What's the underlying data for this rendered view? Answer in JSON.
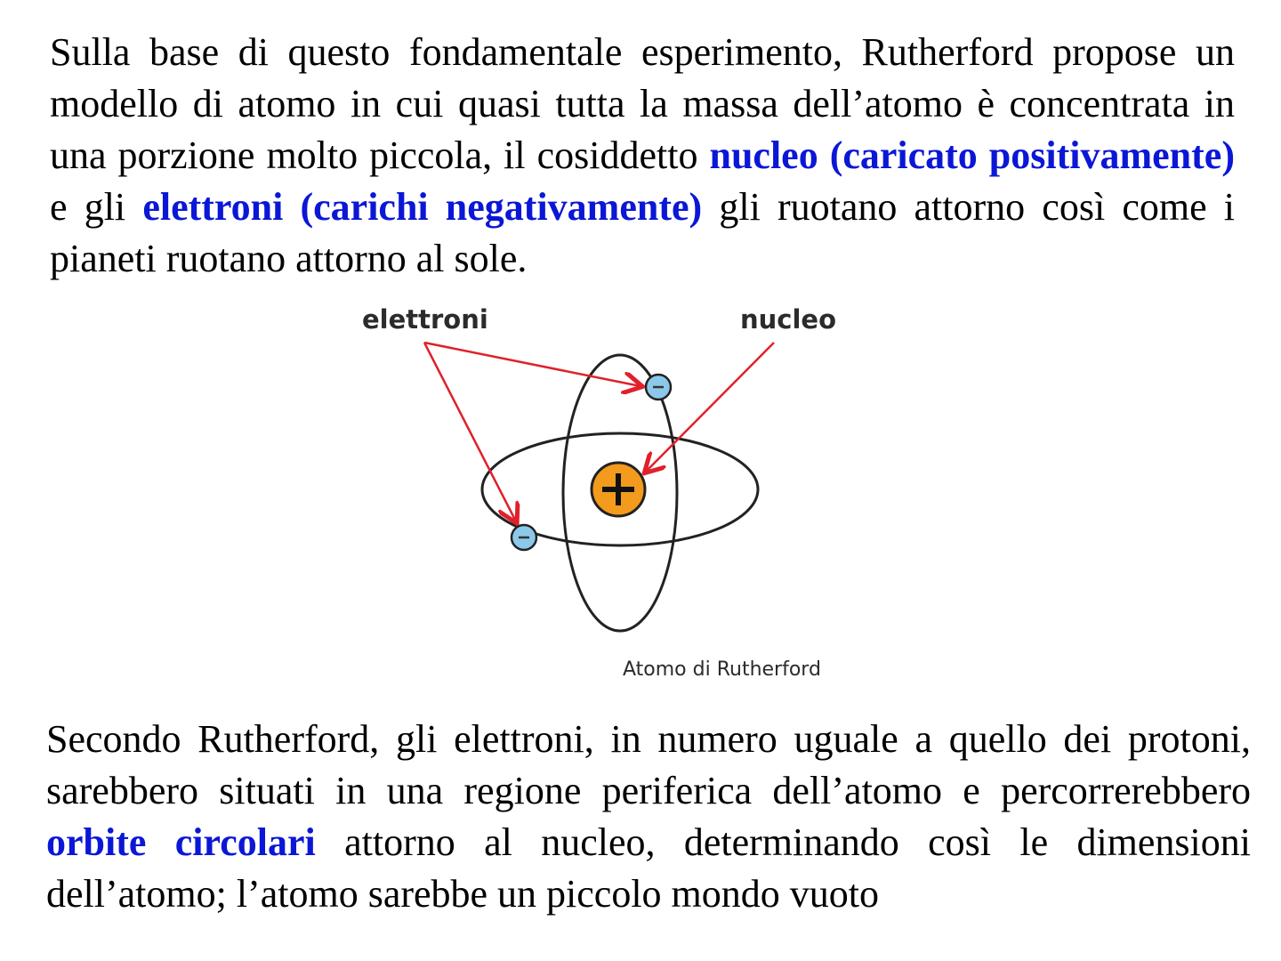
{
  "paragraph1": {
    "t1": "Sulla base di questo fondamentale esperimento, Rutherford propose un modello di atomo in cui quasi tutta la massa dell’atomo è concentrata in una porzione molto piccola, il cosiddetto ",
    "h1": "nucleo (caricato positivamente)",
    "t2": " e gli ",
    "h2": "elettroni (carichi negativamente)",
    "t3": " gli ruotano attorno così come i pianeti ruotano attorno al sole."
  },
  "figure": {
    "label_electrons": "elettroni",
    "label_nucleus": "nucleo",
    "caption": "Atomo di Rutherford",
    "nucleus_symbol": "+",
    "electron_symbol": "−",
    "colors": {
      "arrow": "#e0202a",
      "nucleus": "#f29b1d",
      "electron": "#8cc8ea",
      "orbit": "#222222"
    }
  },
  "paragraph2": {
    "t1": "Secondo Rutherford, gli elettroni, in numero uguale a quello dei protoni, sarebbero situati in una regione periferica dell’atomo e percorrerebbero ",
    "h1": "orbite circolari",
    "t2": " attorno al nucleo, determinando così le dimensioni dell’atomo; l’atomo sarebbe un piccolo mondo vuoto"
  },
  "colors": {
    "highlight": "#0b17d6",
    "text": "#000000"
  }
}
